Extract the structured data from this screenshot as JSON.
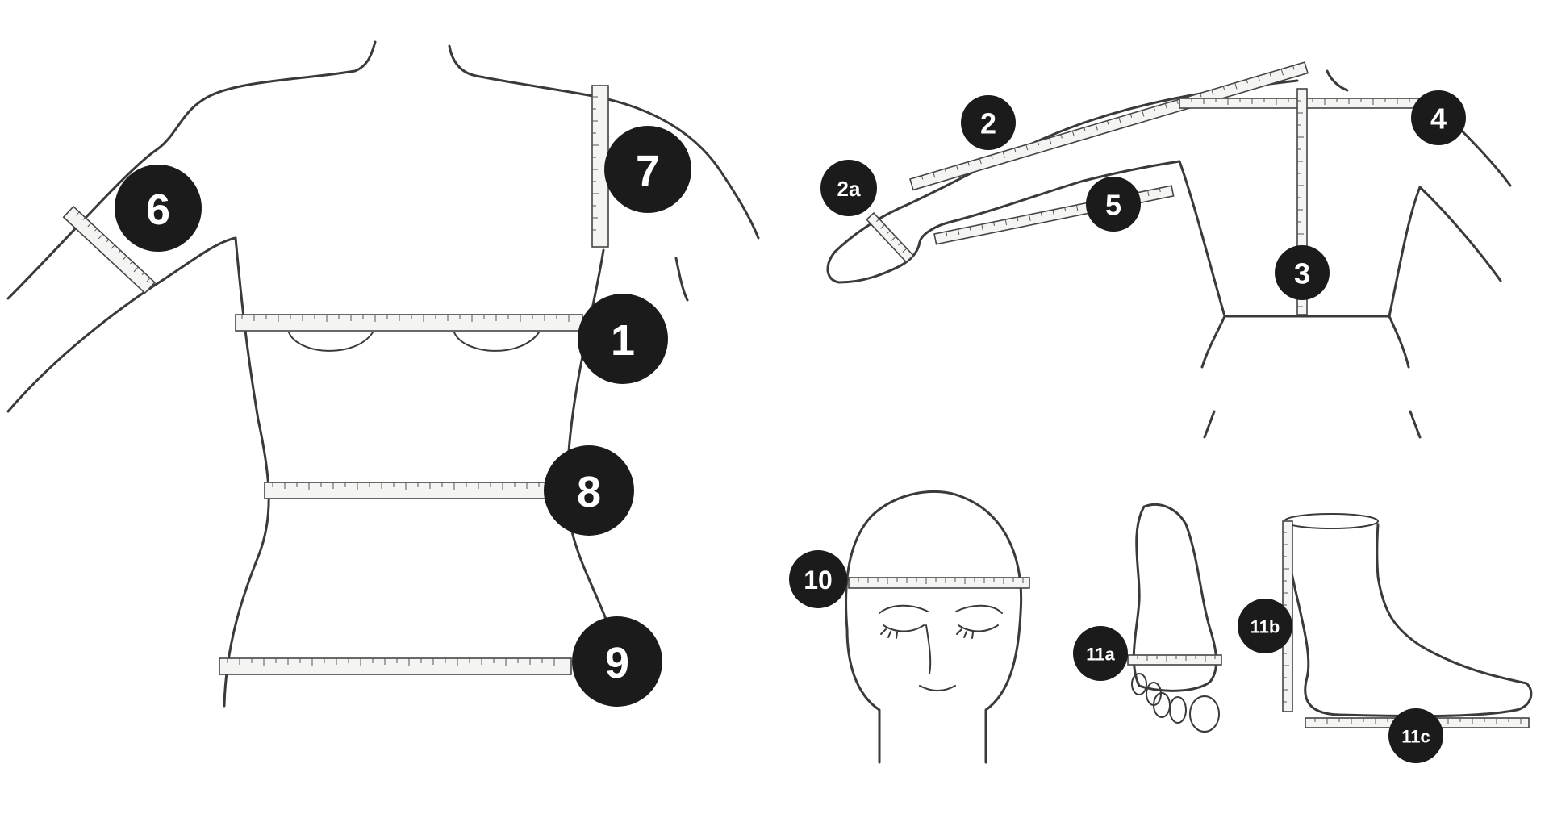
{
  "labels": {
    "m1": "1",
    "m2": "2",
    "m2a": "2a",
    "m3": "3",
    "m4": "4",
    "m5": "5",
    "m6": "6",
    "m7": "7",
    "m8": "8",
    "m9": "9",
    "m10": "10",
    "m11a": "11a",
    "m11b": "11b",
    "m11c": "11c"
  },
  "colors": {
    "badge": "#1b1b1b",
    "badge_text": "#ffffff",
    "outline": "#3a3a3a",
    "tape": "#f4f4f2"
  },
  "icons": [
    "measuring-tape",
    "number-badge"
  ]
}
